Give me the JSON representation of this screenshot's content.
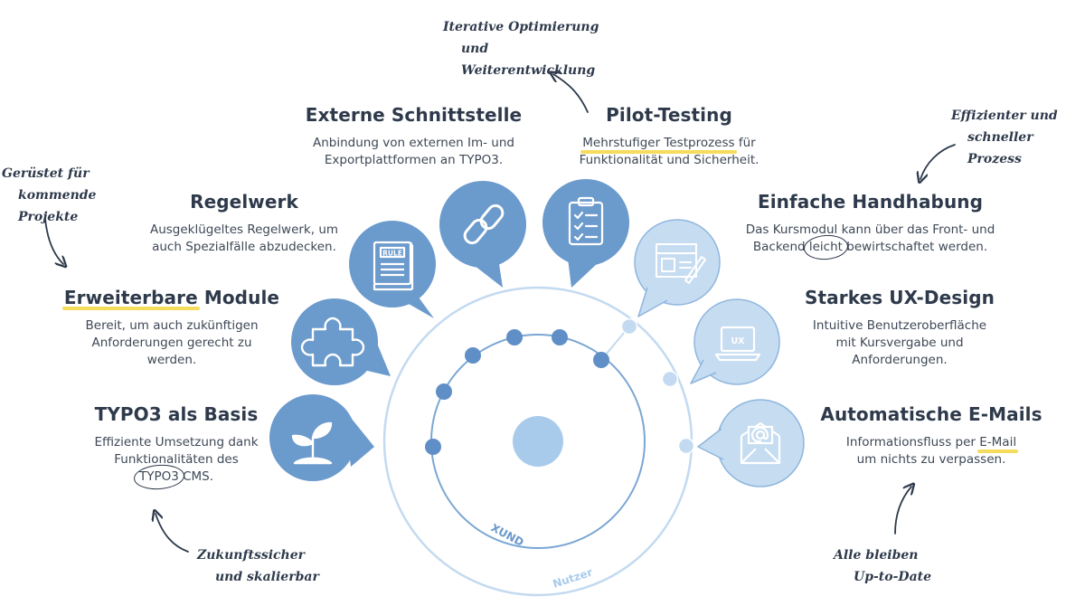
{
  "features": {
    "typo3_basis": {
      "title": "TYPO3 als Basis",
      "desc_1": "Effiziente Umsetzung dank",
      "desc_2": "Funktionalitäten des",
      "desc_3a": "TYPO3",
      "desc_3b": " CMS."
    },
    "module": {
      "title_a": "Erweiterbare",
      "title_b": " Module",
      "desc_1": "Bereit, um auch zukünftigen",
      "desc_2": "Anforderungen gerecht zu",
      "desc_3": "werden."
    },
    "regelwerk": {
      "title": "Regelwerk",
      "desc_1": "Ausgeklügeltes Regelwerk, um",
      "desc_2": "auch Spezialfälle abzudecken."
    },
    "schnittstelle": {
      "title": "Externe Schnittstelle",
      "desc_1": "Anbindung von externen Im- und",
      "desc_2": "Exportplattformen an TYPO3."
    },
    "pilot": {
      "title": "Pilot-Testing",
      "desc_1a": "Mehrstufiger Testprozess",
      "desc_1b": " für",
      "desc_2": "Funktionalität und Sicherheit."
    },
    "handhabung": {
      "title": "Einfache Handhabung",
      "desc_1": "Das Kursmodul kann über das Front- und",
      "desc_2a": "Backend ",
      "desc_2b": "leicht",
      "desc_2c": " bewirtschaftet werden."
    },
    "ux": {
      "title": "Starkes UX-Design",
      "desc_1": "Intuitive Benutzeroberfläche",
      "desc_2": "mit Kursvergabe und",
      "desc_3": "Anforderungen."
    },
    "emails": {
      "title": "Automatische E-Mails",
      "desc_1a": "Informationsfluss per ",
      "desc_1b": "E-Mail",
      "desc_2": "um nichts zu verpassen."
    }
  },
  "notes": {
    "iterative_1": "Iterative Optimierung",
    "iterative_2": "und Weiterentwicklung",
    "effizient_1": "Effizienter und",
    "effizient_2": "schneller Prozess",
    "geruestet_1": "Gerüstet für",
    "geruestet_2": "kommende Projekte",
    "zukunft_1": "Zukunftssicher",
    "zukunft_2": "und skalierbar",
    "alle_1": "Alle bleiben",
    "alle_2": "Up-to-Date"
  },
  "icons": {
    "rule_label": "RULE",
    "ux_label": "UX"
  },
  "rings": {
    "inner_label": "XUND",
    "outer_label": "Nutzer"
  },
  "colors": {
    "bubble_dark": "#6b9acc",
    "bubble_light": "#c6dcf1",
    "bubble_light_stroke": "#8fb6de",
    "ring_inner": "#7aa6d3",
    "ring_outer": "#c3daf0",
    "dot_dark": "#5f8fc6",
    "dot_light": "#c3daf0",
    "center": "#a9cbeb",
    "highlight": "#f5dc5c",
    "text": "#2e3a4b"
  }
}
